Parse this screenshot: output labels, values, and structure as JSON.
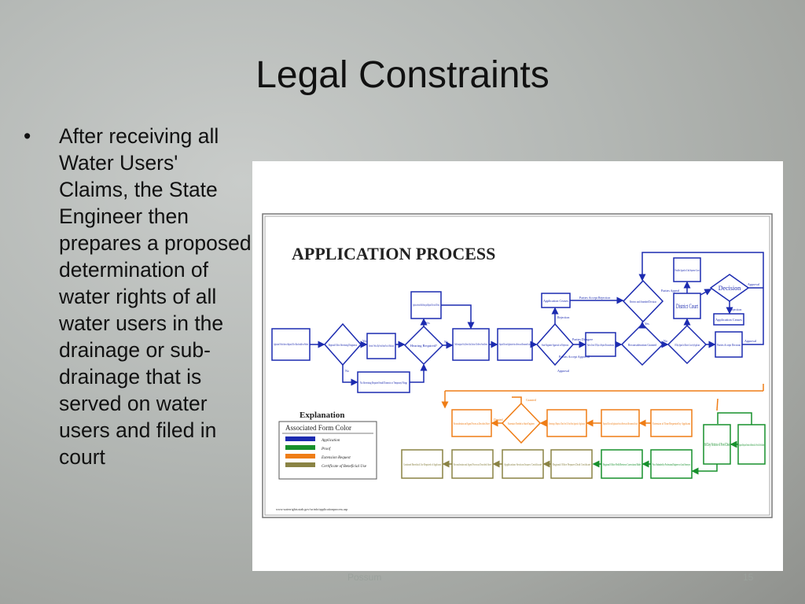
{
  "slide": {
    "title": "Legal Constraints",
    "bullets": [
      "After receiving all Water Users' Claims, the State Engineer then prepares a proposed determination of water rights of all water users in the drainage or sub-drainage that is served on water users and filed in court"
    ],
    "footer_left": "Possum",
    "page_number": "15"
  },
  "diagram": {
    "title": "APPLICATION PROCESS",
    "nodes": {
      "application_filed": "Application Filed in State or Regional Office Data Available on Website",
      "regional_designation": "Regional Office Advertising Designation",
      "advertise": "Advertise 1 Week in Day Period Submit Proof of Publication",
      "hearing_required": "Hearing Required?",
      "hearing_held": "Application Section Holds Hearing with Regional Office and All Parties",
      "field_investigation": "-Field Investigation -Policy Review -Data Collection -Title Review -Protest Review",
      "regional_office_review": "Regional Office and Application Section Reviews and Recommends Action",
      "state_engineer": "State Engineer Approval or Rejection",
      "application_ceases": "Application Ceases",
      "parties_given": "Parties Given 30 Days to Request Reconsideration",
      "reconsideration_granted": "Reconsideration Granted",
      "review_amended": "Review and Amended Decision",
      "thirty_day_appeal": "30 Day Appeal to District Court by Applicant",
      "district_court": "District Court",
      "possible_appeal": "Possible Appeal to Utah Supreme Court",
      "decision": "Decision",
      "application_ceases_2": "Application Ceases",
      "parties_accept": "Parties Accept Decision",
      "no_advertising": "No Advertising Required Small Domestic or Temporary Filings",
      "recon_appeal_process": "Reconsideration and Appeal Process as Described Above",
      "extension_needed": "Extension Needed to State Engineer",
      "advertising_request": "Advertising of Request of Time Over 14 Years From Approval of Application",
      "regional_review_ext": "Regional Office and Application Section Reviews and Recommends Action",
      "extension_requested": "Extension of Time Requested by Applicant",
      "sixty_day": "60 Day Notices of Proof Due",
      "approval_requires": "Approval Requires Evidence of Beneficial Use Proof Due Deadline",
      "continued_use": "Continued Beneficial Use Required of Applicant",
      "recon_appeal_process_2": "Reconsideration and Appeal Process as Described Above",
      "section_issues_cert": "Application Section Issues Certificate",
      "draft_certificate": "Regional Office Prepares Draft Certificate",
      "field_reviews": "Regional Office Field Reviews Corrections Made",
      "proof_submitted": "Proof Submitted by Professional Engineer or Land Surveyor"
    },
    "edge_labels": {
      "yes": "Yes",
      "no": "No",
      "approval": "Approval",
      "rejection": "Rejection",
      "denied": "Denied",
      "granted": "Granted",
      "parties_accept_rejection": "Parties Accept Rejection",
      "parties_disagree": "Parties Disagree",
      "parties_appeal": "Parties Appeal",
      "parties_accept_approval": "Parties Accept Approval"
    },
    "legend": {
      "title": "Explanation",
      "subtitle": "Associated Form Color",
      "items": [
        {
          "label": "Application",
          "color": "#1c2bb0"
        },
        {
          "label": "Proof",
          "color": "#17902c"
        },
        {
          "label": "Extension Request",
          "color": "#ef7d16"
        },
        {
          "label": "Certificate of Beneficial Use",
          "color": "#8a8344"
        }
      ]
    },
    "source_url": "www.waterrights.utah.gov/wrinfo/applicationprocess.asp",
    "colors": {
      "application": "#1c2bb0",
      "proof": "#17902c",
      "extension": "#ef7d16",
      "certificate": "#8a8344"
    }
  }
}
